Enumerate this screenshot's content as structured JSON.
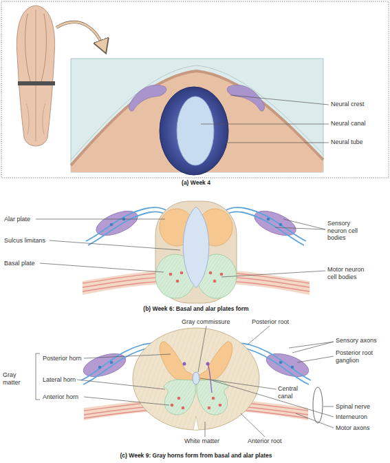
{
  "diagram": {
    "labels": [
      "Neural crest",
      "Neural canal",
      "Neural tube",
      "(a) Week 4",
      "Alar plate",
      "Sulcus limitans",
      "Basal plate",
      "Sensory neuron cell bodies",
      "Motor neuron cell bodies",
      "(b) Week 6: Basal and alar plates form",
      "Gray commissure",
      "Posterior root",
      "Posterior horn",
      "Gray matter",
      "Lateral horn",
      "Anterior horn",
      "Sensory axons",
      "Posterior root ganglion",
      "Central canal",
      "Spinal nerve",
      "Interneuron",
      "Motor axons",
      "White matter",
      "Anterior root",
      "(c) Week 9: Gray horns form from basal and alar plates"
    ]
  }
}
